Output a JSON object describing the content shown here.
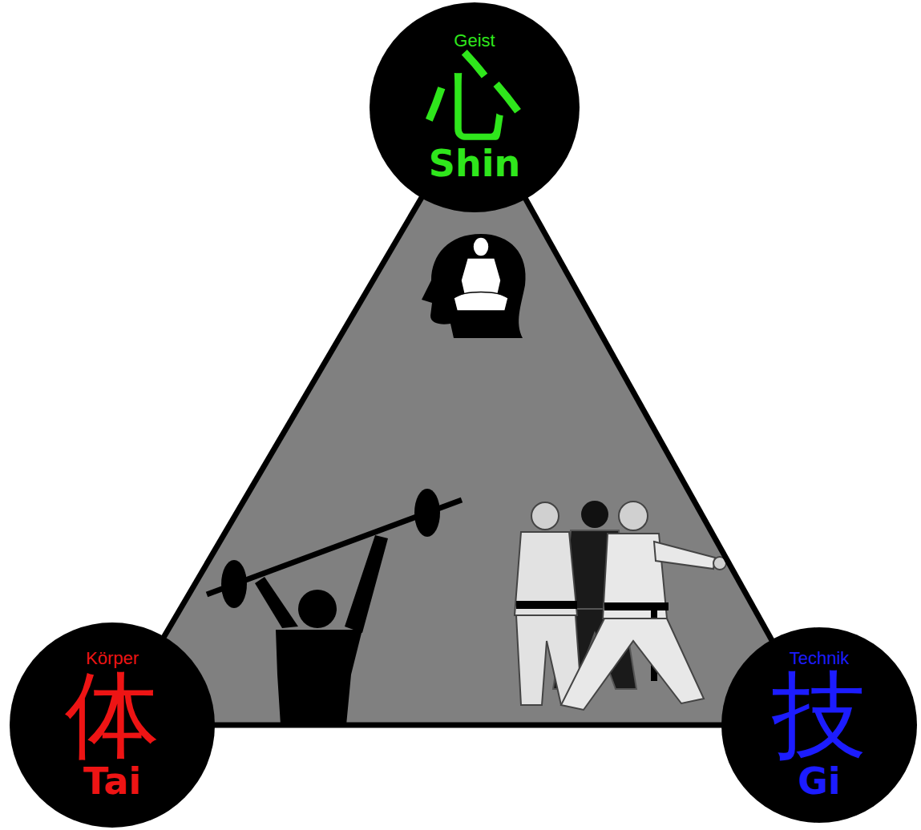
{
  "diagram": {
    "nodes": [
      {
        "text": [
          "Geist",
          "心",
          "Shin"
        ]
      },
      {
        "text": [
          "Körper",
          "体",
          "Tai"
        ]
      },
      {
        "text": [
          "Technik",
          "技",
          "Gi"
        ]
      }
    ],
    "edges": [
      {
        "from": 0,
        "to": 1,
        "arrow": "none"
      },
      {
        "from": 0,
        "to": 2,
        "arrow": "none"
      },
      {
        "from": 1,
        "to": 2,
        "arrow": "none"
      }
    ]
  }
}
